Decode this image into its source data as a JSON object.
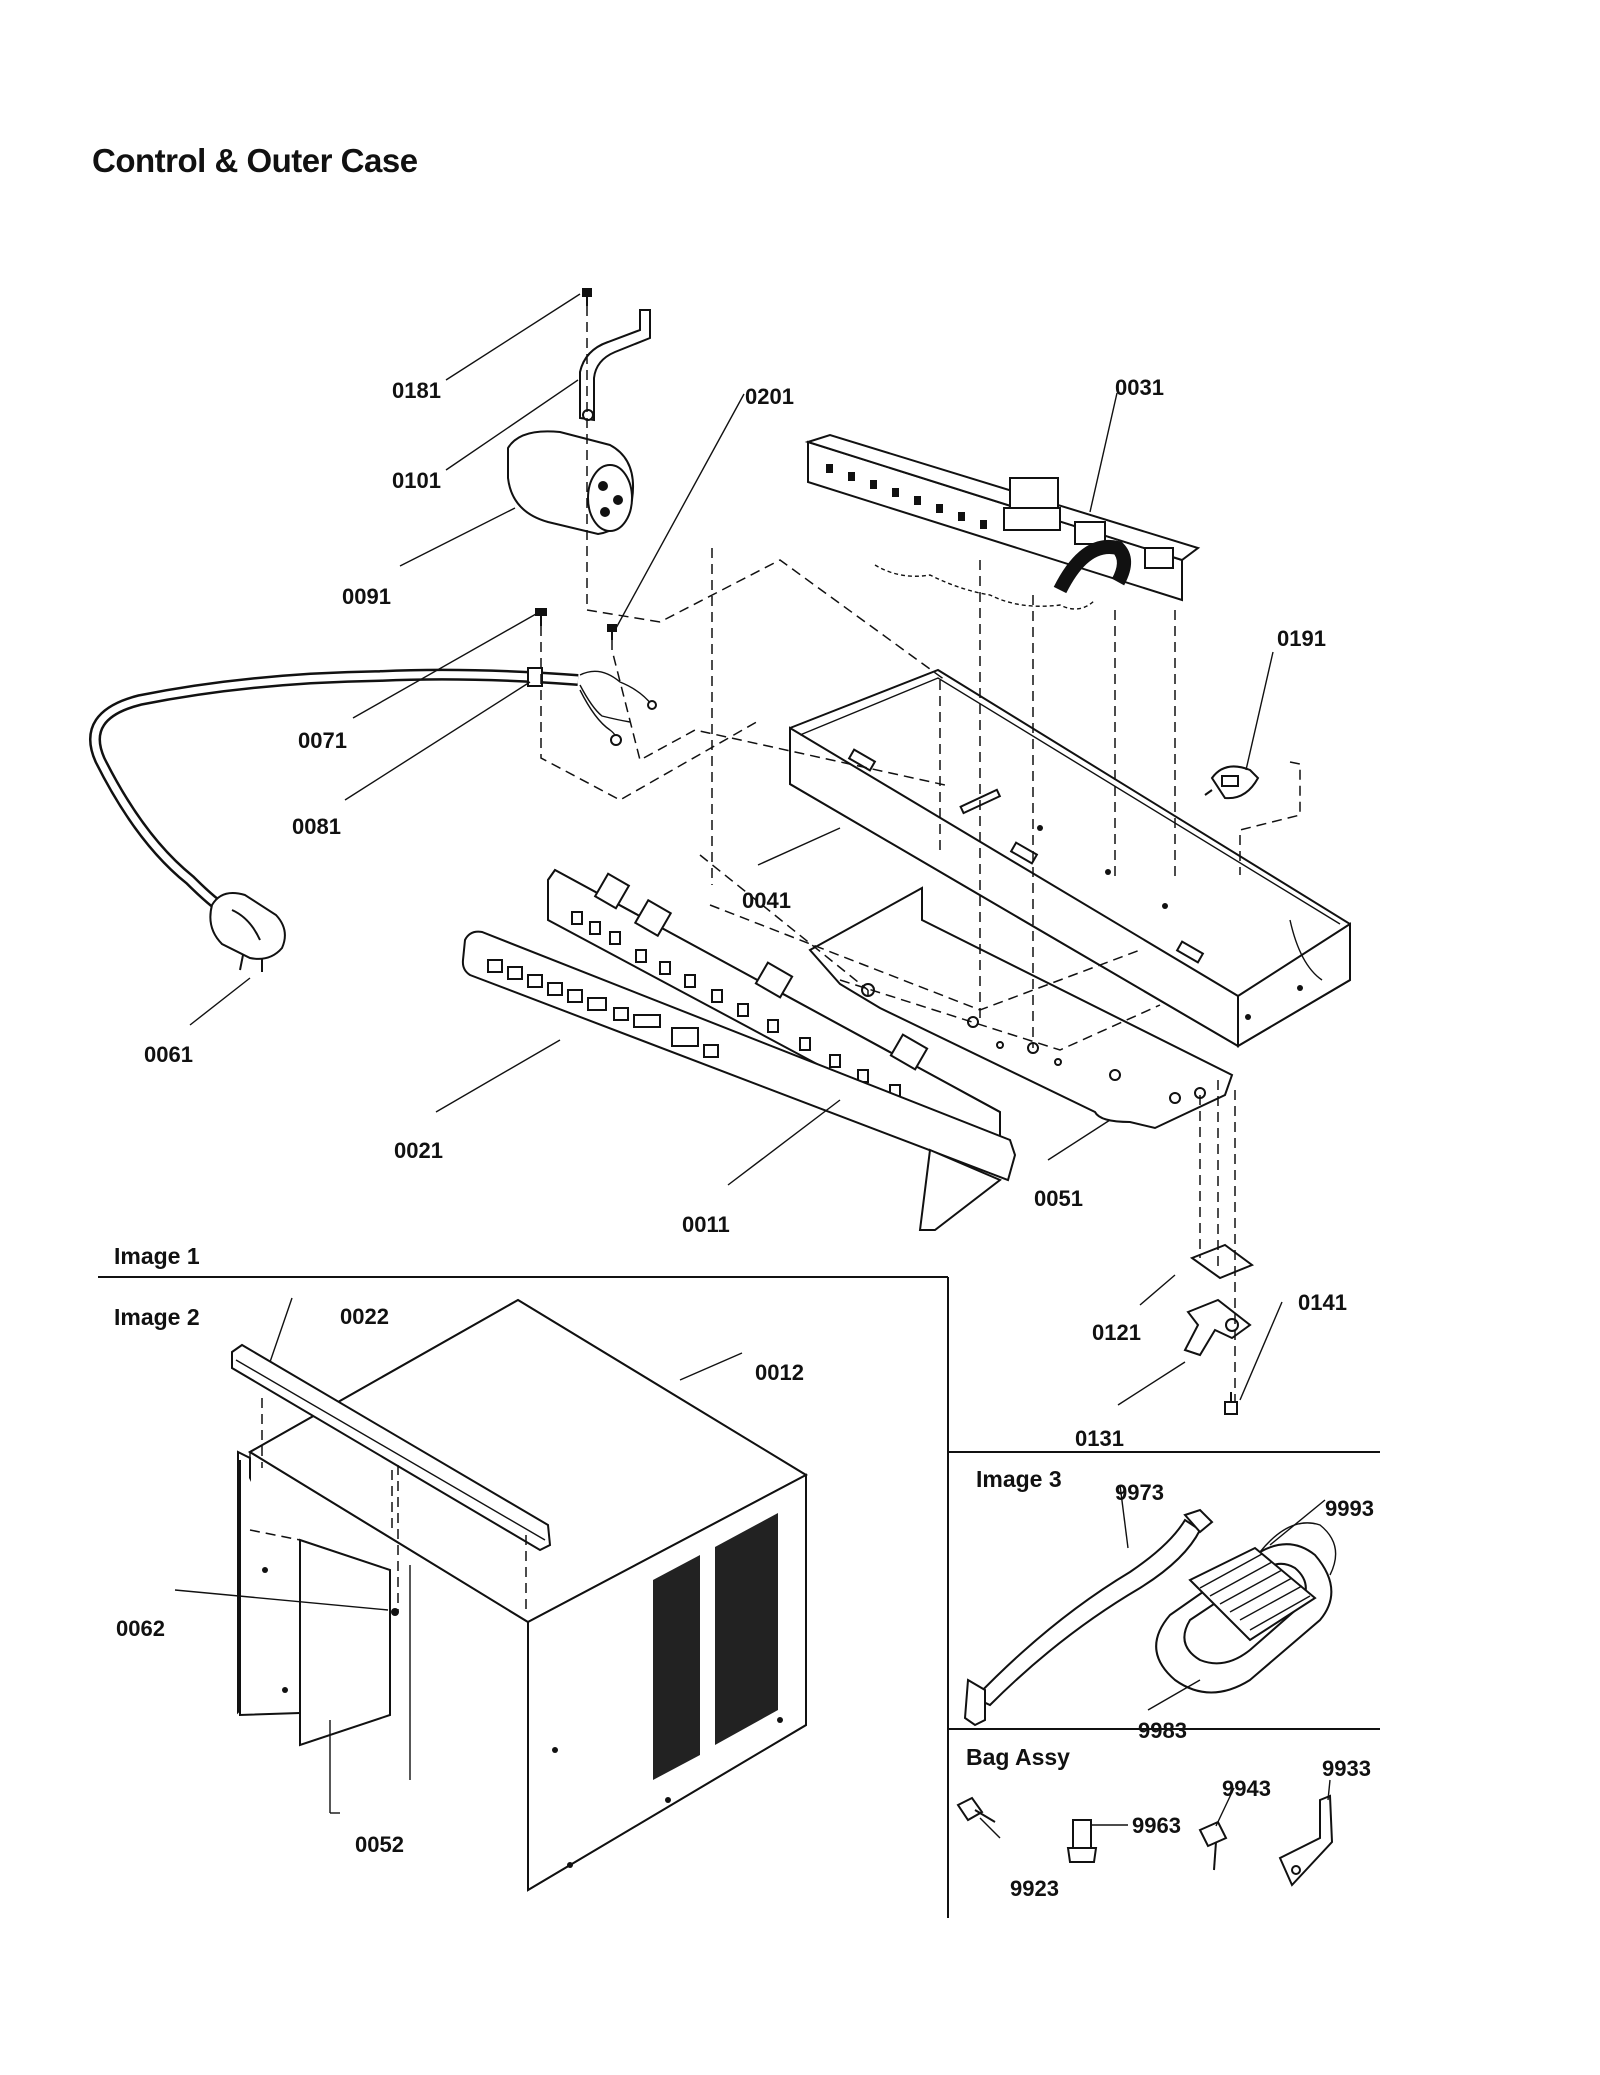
{
  "title": "Control & Outer Case",
  "sections": {
    "image1": "Image 1",
    "image2": "Image 2",
    "image3": "Image 3",
    "bag_assy": "Bag Assy"
  },
  "parts": {
    "p0181": "0181",
    "p0101": "0101",
    "p0091": "0091",
    "p0201": "0201",
    "p0031": "0031",
    "p0191": "0191",
    "p0071": "0071",
    "p0081": "0081",
    "p0041": "0041",
    "p0061": "0061",
    "p0021": "0021",
    "p0011": "0011",
    "p0051": "0051",
    "p0121": "0121",
    "p0141": "0141",
    "p0131": "0131",
    "p0022": "0022",
    "p0012": "0012",
    "p0062": "0062",
    "p0052": "0052",
    "p9973": "9973",
    "p9993": "9993",
    "p9983": "9983",
    "p9923": "9923",
    "p9963": "9963",
    "p9943": "9943",
    "p9933": "9933"
  }
}
